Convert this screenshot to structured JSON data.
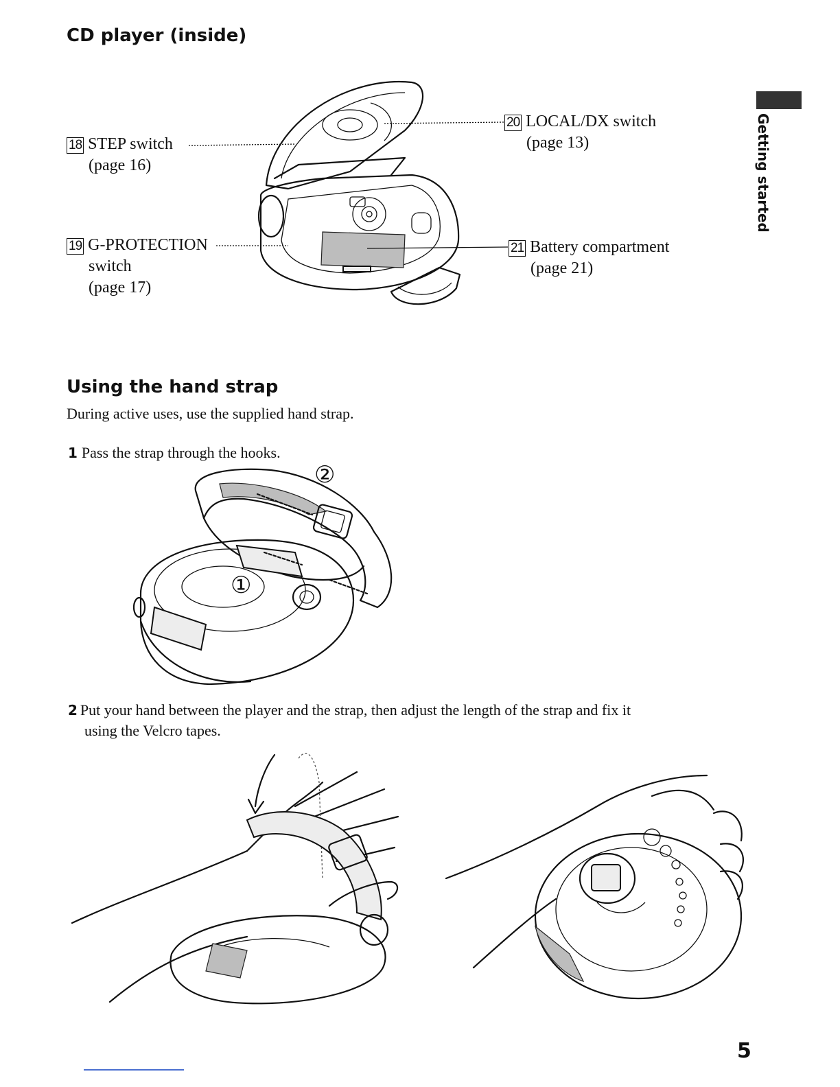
{
  "section1": {
    "title": "CD player (inside)"
  },
  "callouts": [
    {
      "num": "18",
      "label": "STEP switch",
      "page": "(page 16)"
    },
    {
      "num": "19",
      "label": "G-PROTECTION",
      "label2": "switch",
      "page": "(page 17)"
    },
    {
      "num": "20",
      "label": "LOCAL/DX switch",
      "page": "(page 13)"
    },
    {
      "num": "21",
      "label": "Battery compartment",
      "page": "(page 21)"
    }
  ],
  "side_tab": {
    "label": "Getting started"
  },
  "section2": {
    "title": "Using the hand strap",
    "intro": "During active uses, use the supplied hand strap.",
    "step1": {
      "num": "1",
      "text": "Pass the strap through the hooks."
    },
    "marker_1": "①",
    "marker_2": "②",
    "step2": {
      "num": "2",
      "text": "Put your hand between the player and the strap, then adjust the length of the strap and fix it",
      "text2": "using the Velcro tapes."
    }
  },
  "page_number": "5"
}
